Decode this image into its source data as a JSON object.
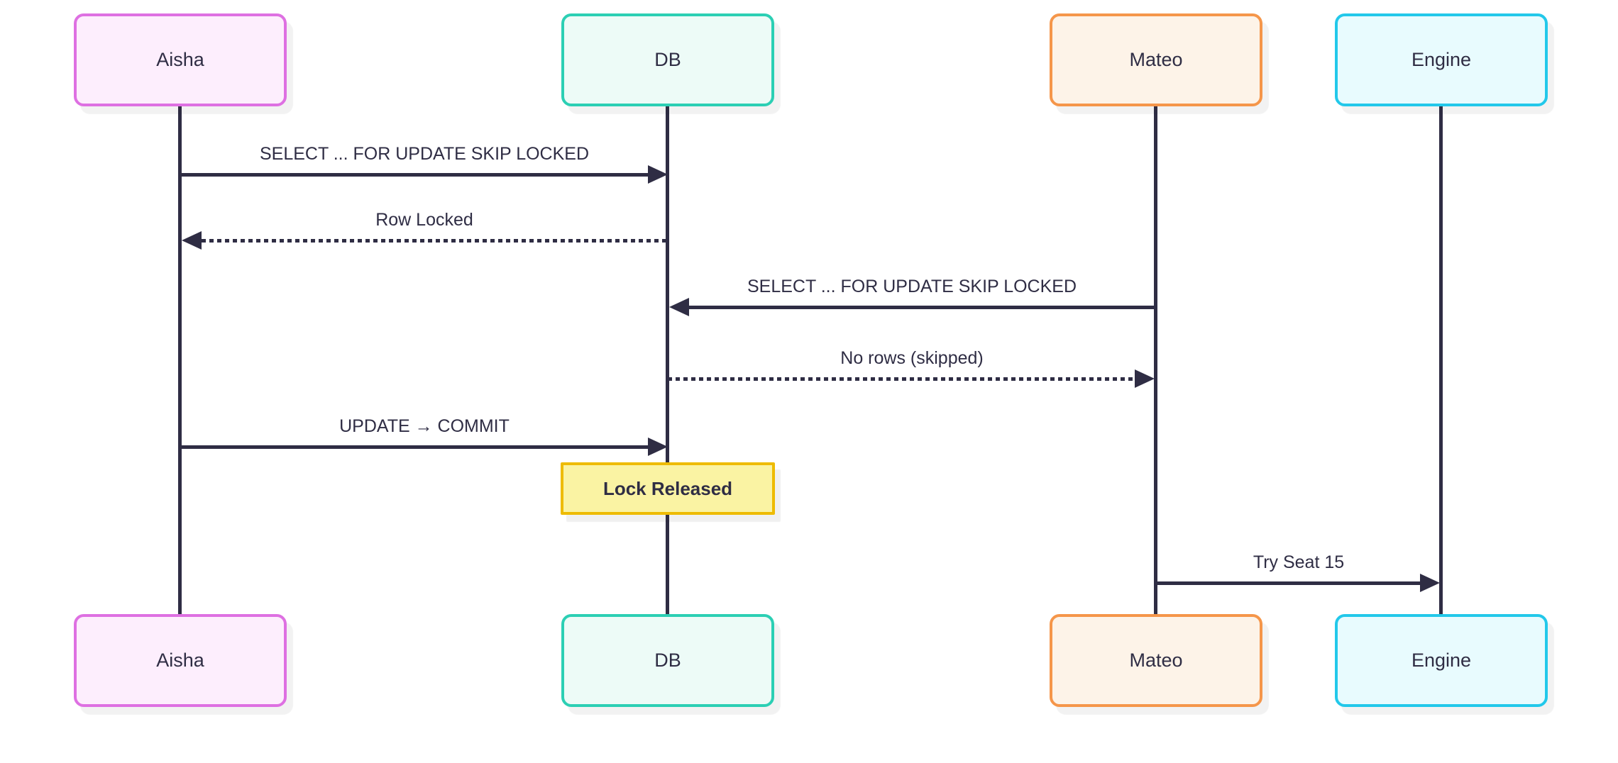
{
  "diagram": {
    "type": "sequence-diagram",
    "background": "#ffffff",
    "line_color": "#2f2d44",
    "text_color": "#2f2d44",
    "actors": [
      {
        "name": "Aisha",
        "fill": "#fdeefd",
        "border": "#de70e2"
      },
      {
        "name": "DB",
        "fill": "#edfbf7",
        "border": "#2ccfb4"
      },
      {
        "name": "Mateo",
        "fill": "#fdf3e8",
        "border": "#f5964a"
      },
      {
        "name": "Engine",
        "fill": "#e8fbfe",
        "border": "#22c8ea"
      }
    ],
    "messages": [
      {
        "from": "Aisha",
        "to": "DB",
        "label": "SELECT ... FOR UPDATE SKIP LOCKED",
        "line": "solid"
      },
      {
        "from": "DB",
        "to": "Aisha",
        "label": "Row Locked",
        "line": "dotted"
      },
      {
        "from": "Mateo",
        "to": "DB",
        "label": "SELECT ... FOR UPDATE SKIP LOCKED",
        "line": "solid"
      },
      {
        "from": "DB",
        "to": "Mateo",
        "label": "No rows (skipped)",
        "line": "dotted"
      },
      {
        "from": "Aisha",
        "to": "DB",
        "label": "UPDATE → COMMIT",
        "line": "solid"
      },
      {
        "from": "Mateo",
        "to": "Engine",
        "label": "Try Seat 15",
        "line": "solid"
      }
    ],
    "note": {
      "text": "Lock Released",
      "over": "DB",
      "fill": "#faf3a3",
      "border": "#eebb00"
    }
  }
}
